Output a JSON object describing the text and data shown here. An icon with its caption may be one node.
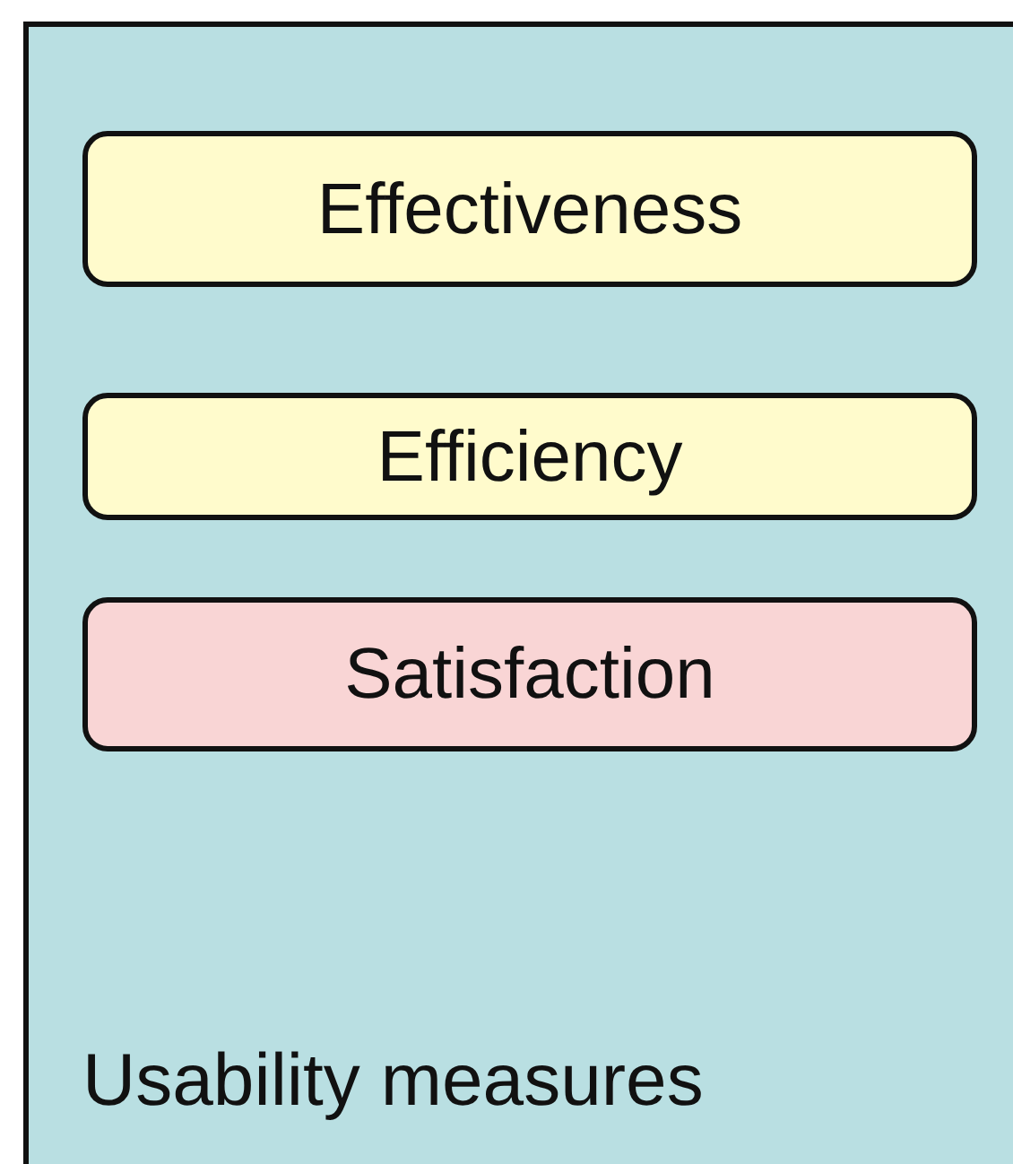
{
  "diagram": {
    "nodes": [
      {
        "text": [
          "Usability measures"
        ]
      },
      {
        "text": [
          "Effectiveness"
        ],
        "in": 0
      },
      {
        "text": [
          "Efficiency"
        ],
        "in": 0
      },
      {
        "text": [
          "Satisfaction"
        ],
        "in": 0
      }
    ]
  }
}
